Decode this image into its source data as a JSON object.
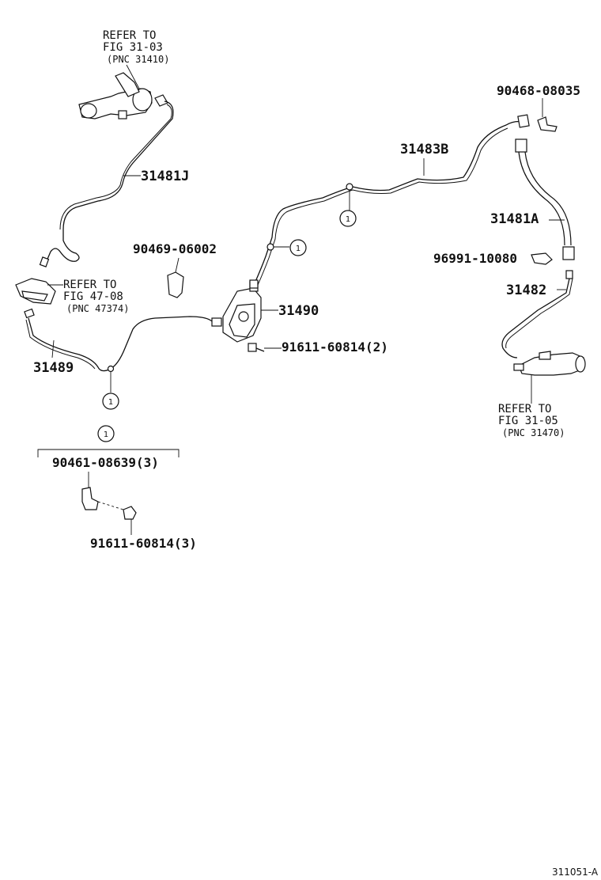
{
  "labels": {
    "refer_top": [
      "REFER TO",
      "FIG 31-03",
      "(PNC 31410)"
    ],
    "p31481J": "31481J",
    "p90469": "90469-06002",
    "refer_left": [
      "REFER TO",
      "FIG 47-08",
      "(PNC 47374)"
    ],
    "p31489": "31489",
    "p31490": "31490",
    "p91611_2": "91611-60814(2)",
    "p31483B": "31483B",
    "p90468": "90468-08035",
    "p31481A": "31481A",
    "p96991": "96991-10080",
    "p31482": "31482",
    "refer_right": [
      "REFER TO",
      "FIG 31-05",
      "(PNC 31470)"
    ],
    "p90461_3": "90461-08639(3)",
    "p91611_3": "91611-60814(3)",
    "callout": "1",
    "figure_id": "311051-A"
  }
}
